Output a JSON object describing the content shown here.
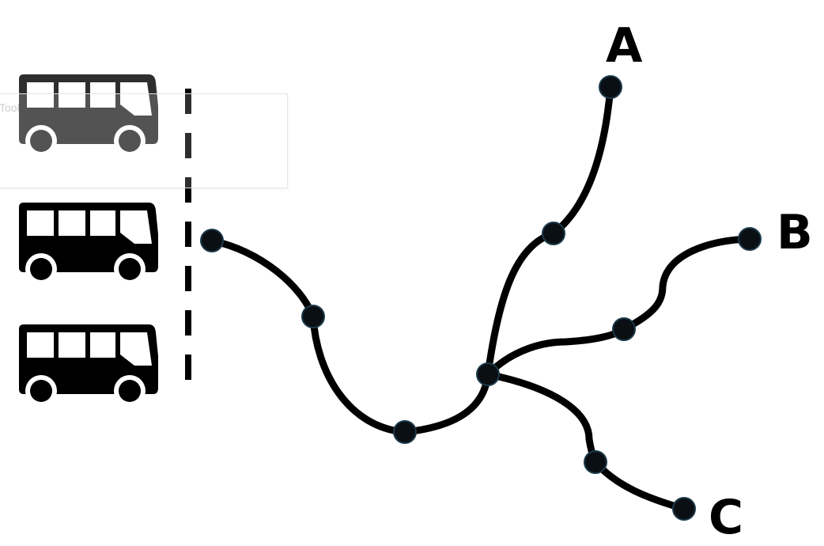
{
  "tooltip": {
    "text": "Tool"
  },
  "labels": {
    "a": "A",
    "b": "B",
    "c": "C"
  },
  "icons": [
    "bus-icon",
    "bus-icon",
    "bus-icon"
  ],
  "colors": {
    "line": "#000000",
    "node": "#0a0f14",
    "node_stroke": "#1c3a4a"
  }
}
